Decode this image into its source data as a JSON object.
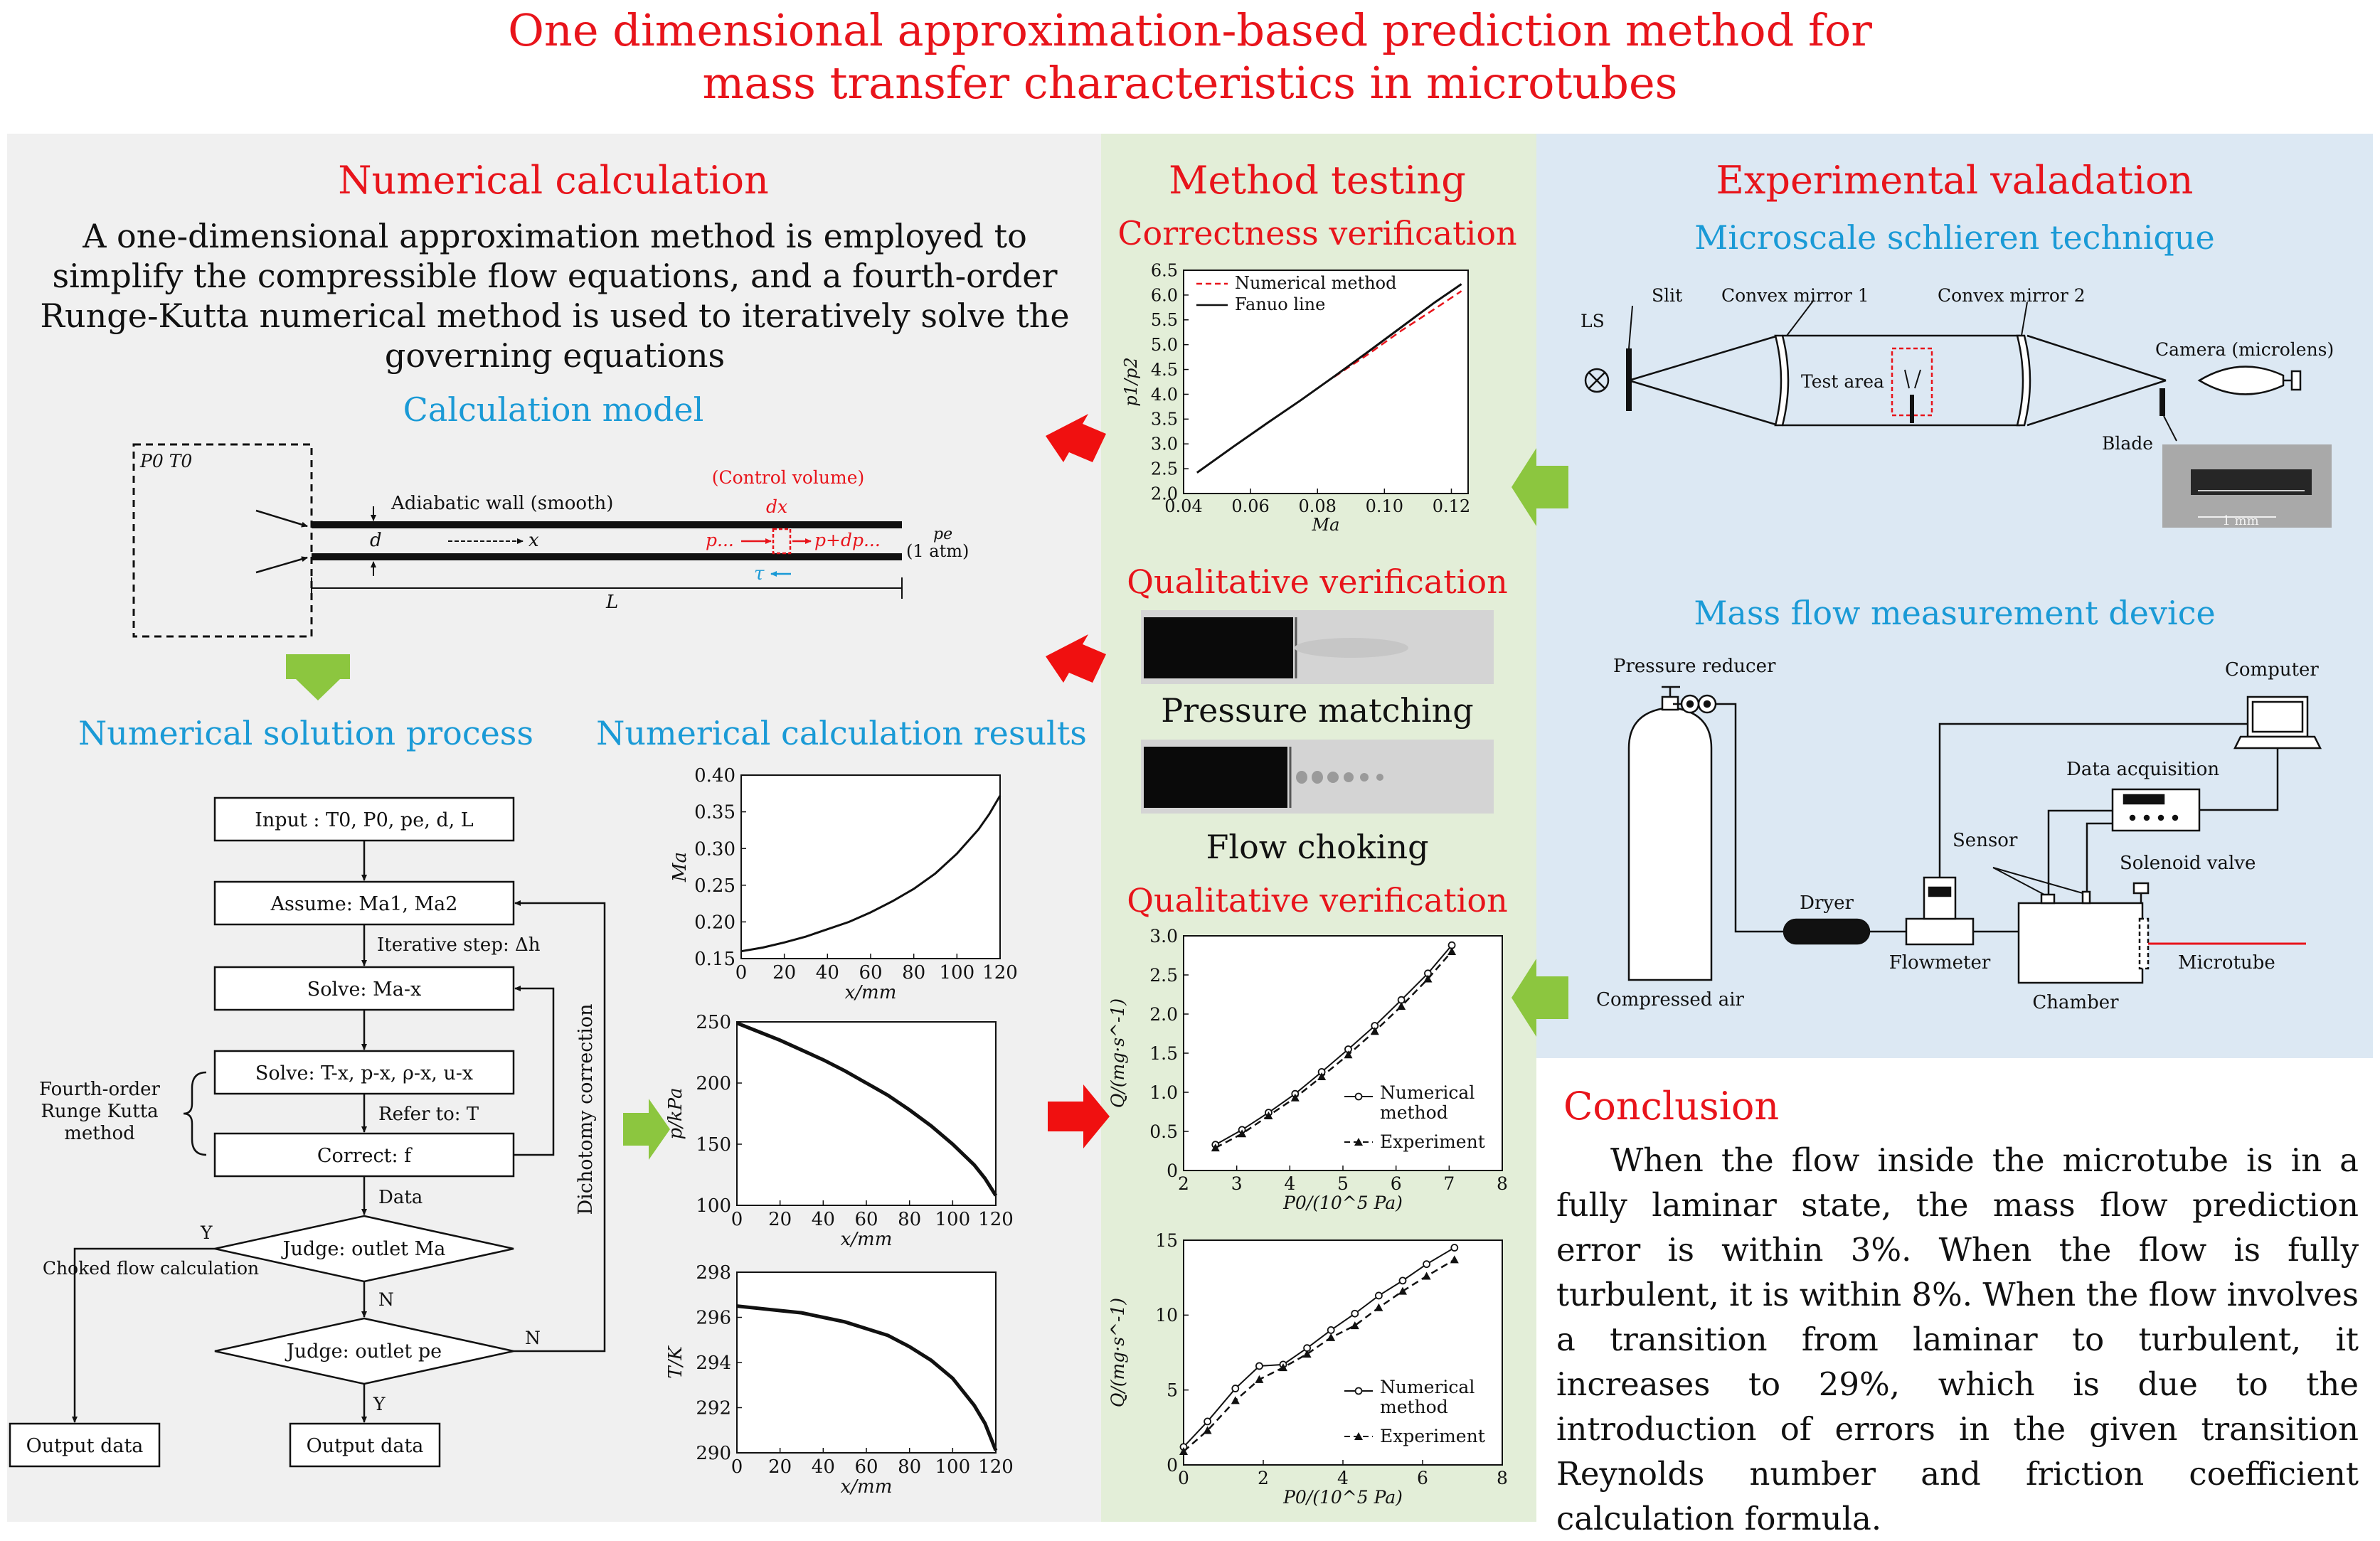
{
  "title": {
    "line1": "One dimensional approximation-based prediction method for",
    "line2": "mass transfer characteristics in microtubes"
  },
  "colors": {
    "title_red": "#e8141b",
    "subtitle_blue": "#1a9ad6",
    "panel_gray": "#f0f0f0",
    "panel_green": "#e3eed8",
    "panel_blue": "#dce8f3",
    "arrow_green": "#8cc63f",
    "arrow_red": "#f01010"
  },
  "numerical": {
    "heading": "Numerical calculation",
    "intro": "A one-dimensional approximation method is employed to simplify the compressible flow equations, and a fourth-order Runge-Kutta numerical method is used to iteratively solve the governing equations",
    "model_heading": "Calculation model",
    "model": {
      "reservoir": "P0 T0",
      "wall": "Adiabatic wall (smooth)",
      "control_volume": "(Control volume)",
      "dx": "dx",
      "d": "d",
      "x": "x",
      "p_left": "p...",
      "p_right": "p+dp...",
      "pe": "pe",
      "atm": "(1 atm)",
      "tau": "τ",
      "L": "L"
    },
    "process_heading": "Numerical solution process",
    "results_heading": "Numerical calculation results",
    "flow": {
      "input": "Input : T0, P0, pe, d, L",
      "assume": "Assume: Ma1, Ma2",
      "iter": "Iterative step: Δh",
      "solve1": "Solve: Ma-x",
      "solve2": "Solve: T-x, p-x, ρ-x, u-x",
      "refer": "Refer to: T",
      "correct": "Correct: f",
      "data": "Data",
      "judge1": "Judge: outlet Ma",
      "judge2": "Judge: outlet pe",
      "output1": "Output data",
      "output2": "Output data",
      "choked": "Choked flow calculation",
      "rk_line1": "Fourth-order",
      "rk_line2": "Runge Kutta",
      "rk_line3": "method",
      "dicho": "Dichotomy correction",
      "y1": "Y",
      "n1": "N",
      "n2": "N",
      "y2": "Y"
    }
  },
  "testing": {
    "heading": "Method testing",
    "correctness": "Correctness verification",
    "qual1": "Qualitative verification",
    "pressure_matching": "Pressure matching",
    "flow_choking": "Flow choking",
    "qual2": "Qualitative verification"
  },
  "experimental": {
    "heading": "Experimental valadation",
    "schlieren": "Microscale schlieren technique",
    "ls": "LS",
    "slit": "Slit",
    "cm1": "Convex mirror 1",
    "cm2": "Convex mirror 2",
    "test_area": "Test area",
    "camera": "Camera (microlens)",
    "blade": "Blade",
    "scale": "1 mm",
    "massflow": "Mass flow measurement device",
    "pressure_reducer": "Pressure reducer",
    "computer": "Computer",
    "data_acq": "Data acquisition",
    "sensor": "Sensor",
    "solenoid": "Solenoid valve",
    "dryer": "Dryer",
    "flowmeter": "Flowmeter",
    "chamber": "Chamber",
    "microtube": "Microtube",
    "compressed_air": "Compressed air"
  },
  "conclusion": {
    "heading": "Conclusion",
    "text": "When the flow inside the microtube is in a fully laminar state, the mass flow prediction error is within 3%. When the flow is fully turbulent, it is within 8%. When the flow involves a transition from laminar to turbulent, it increases to 29%, which is due to the introduction of errors in the given transition Reynolds number and friction coefficient calculation formula."
  },
  "chart_data": [
    {
      "id": "ma",
      "type": "line",
      "xlabel": "x/mm",
      "ylabel": "Ma",
      "xlim": [
        0,
        120
      ],
      "ylim": [
        0.15,
        0.4
      ],
      "xticks": [
        0,
        20,
        40,
        60,
        80,
        100,
        120
      ],
      "yticks": [
        0.15,
        0.2,
        0.25,
        0.3,
        0.35,
        0.4
      ],
      "series": [
        {
          "x": [
            0,
            10,
            20,
            30,
            40,
            50,
            60,
            70,
            80,
            90,
            100,
            110,
            115,
            120
          ],
          "y": [
            0.16,
            0.165,
            0.172,
            0.18,
            0.19,
            0.2,
            0.213,
            0.228,
            0.245,
            0.266,
            0.293,
            0.326,
            0.347,
            0.372
          ]
        }
      ]
    },
    {
      "id": "p",
      "type": "line",
      "xlabel": "x/mm",
      "ylabel": "p/kPa",
      "xlim": [
        0,
        120
      ],
      "ylim": [
        100,
        250
      ],
      "xticks": [
        0,
        20,
        40,
        60,
        80,
        100,
        120
      ],
      "yticks": [
        100,
        150,
        200,
        250
      ],
      "series": [
        {
          "x": [
            0,
            10,
            20,
            30,
            40,
            50,
            60,
            70,
            80,
            90,
            100,
            110,
            115,
            120
          ],
          "y": [
            249,
            242,
            235,
            227,
            219,
            210,
            200,
            190,
            178,
            165,
            150,
            133,
            122,
            108
          ]
        }
      ]
    },
    {
      "id": "t",
      "type": "line",
      "xlabel": "x/mm",
      "ylabel": "T/K",
      "xlim": [
        0,
        120
      ],
      "ylim": [
        290,
        298
      ],
      "xticks": [
        0,
        20,
        40,
        60,
        80,
        100,
        120
      ],
      "yticks": [
        290,
        292,
        294,
        296,
        298
      ],
      "series": [
        {
          "x": [
            0,
            10,
            20,
            30,
            40,
            50,
            60,
            70,
            80,
            90,
            100,
            110,
            115,
            120
          ],
          "y": [
            296.5,
            296.4,
            296.3,
            296.2,
            296.0,
            295.8,
            295.5,
            295.2,
            294.7,
            294.1,
            293.3,
            292.1,
            291.3,
            290.1
          ]
        }
      ]
    },
    {
      "id": "fanno",
      "type": "line",
      "xlabel": "Ma",
      "ylabel": "p1/p2",
      "xlim": [
        0.04,
        0.125
      ],
      "ylim": [
        2.0,
        6.5
      ],
      "xticks": [
        0.04,
        0.06,
        0.08,
        0.1,
        0.12
      ],
      "yticks": [
        2.0,
        2.5,
        3.0,
        3.5,
        4.0,
        4.5,
        5.0,
        5.5,
        6.0,
        6.5
      ],
      "legend": "top-left",
      "series": [
        {
          "name": "Numerical method",
          "style": "dashed-red",
          "x": [
            0.085,
            0.095,
            0.105,
            0.115,
            0.123
          ],
          "y": [
            4.35,
            4.8,
            5.28,
            5.72,
            6.08
          ]
        },
        {
          "name": "Fanuo line",
          "style": "solid-black",
          "x": [
            0.044,
            0.055,
            0.065,
            0.075,
            0.085,
            0.095,
            0.105,
            0.115,
            0.123
          ],
          "y": [
            2.42,
            2.95,
            3.42,
            3.88,
            4.36,
            4.85,
            5.35,
            5.85,
            6.22
          ]
        }
      ]
    },
    {
      "id": "q1",
      "type": "line",
      "xlabel": "P0/(10^5 Pa)",
      "ylabel": "Q/(mg·s^-1)",
      "xlim": [
        2,
        8
      ],
      "ylim": [
        0,
        3.0
      ],
      "xticks": [
        2,
        3,
        4,
        5,
        6,
        7,
        8
      ],
      "yticks": [
        0,
        0.5,
        1.0,
        1.5,
        2.0,
        2.5,
        3.0
      ],
      "legend": "bottom-right",
      "series": [
        {
          "name": "Numerical method",
          "marker": "circle",
          "x": [
            2.6,
            3.1,
            3.6,
            4.1,
            4.6,
            5.1,
            5.6,
            6.1,
            6.6,
            7.05
          ],
          "y": [
            0.33,
            0.52,
            0.74,
            0.98,
            1.26,
            1.55,
            1.85,
            2.18,
            2.52,
            2.88
          ]
        },
        {
          "name": "Experiment",
          "marker": "triangle",
          "x": [
            2.6,
            3.1,
            3.6,
            4.1,
            4.6,
            5.1,
            5.6,
            6.1,
            6.6,
            7.05
          ],
          "y": [
            0.29,
            0.47,
            0.7,
            0.93,
            1.2,
            1.48,
            1.78,
            2.1,
            2.45,
            2.8
          ]
        }
      ]
    },
    {
      "id": "q2",
      "type": "line",
      "xlabel": "P0/(10^5 Pa)",
      "ylabel": "Q/(mg·s^-1)",
      "xlim": [
        0,
        8
      ],
      "ylim": [
        0,
        15
      ],
      "xticks": [
        0,
        2,
        4,
        6,
        8
      ],
      "yticks": [
        0,
        5,
        10,
        15
      ],
      "legend": "bottom-right",
      "series": [
        {
          "name": "Numerical method",
          "marker": "circle",
          "x": [
            0,
            0.6,
            1.3,
            1.9,
            2.5,
            3.1,
            3.7,
            4.3,
            4.9,
            5.5,
            6.1,
            6.8
          ],
          "y": [
            1.2,
            2.9,
            5.1,
            6.6,
            6.7,
            7.8,
            9.0,
            10.1,
            11.3,
            12.3,
            13.4,
            14.5
          ]
        },
        {
          "name": "Experiment",
          "marker": "triangle",
          "x": [
            0,
            0.6,
            1.3,
            1.9,
            2.5,
            3.1,
            3.7,
            4.3,
            4.9,
            5.5,
            6.1,
            6.8
          ],
          "y": [
            0.9,
            2.3,
            4.3,
            5.7,
            6.5,
            7.4,
            8.5,
            9.3,
            10.5,
            11.6,
            12.6,
            13.7
          ]
        }
      ]
    }
  ]
}
